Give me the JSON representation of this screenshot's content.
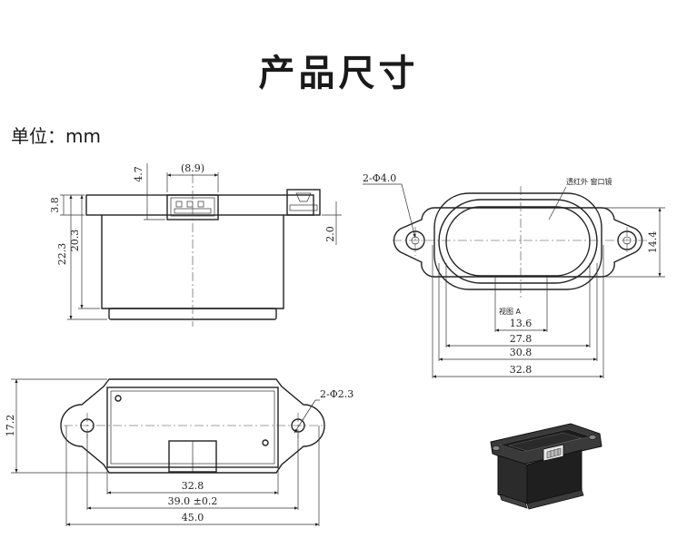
{
  "page": {
    "title": "产品尺寸",
    "unit_label": "单位：mm"
  },
  "front_view": {
    "dims": {
      "connector_width": "(8.9)",
      "connector_height": "4.7",
      "flange_thickness": "3.8",
      "total_height": "22.3",
      "body_height": "20.3",
      "flange_offset": "2.0"
    }
  },
  "top_view": {
    "hole_label": "2-Φ4.0",
    "window_label": "透红外 窗口镜",
    "view_label": "视图 A",
    "dims": {
      "window_inner_width": "13.6",
      "window_width": "27.8",
      "window_outer_width": "30.8",
      "overall_width": "32.8",
      "height": "14.4"
    }
  },
  "bottom_view": {
    "hole_label": "2-Φ2.3",
    "dims": {
      "body_width": "32.8",
      "hole_spacing": "39.0 ±0.2",
      "overall_width": "45.0",
      "height": "17.2"
    }
  }
}
